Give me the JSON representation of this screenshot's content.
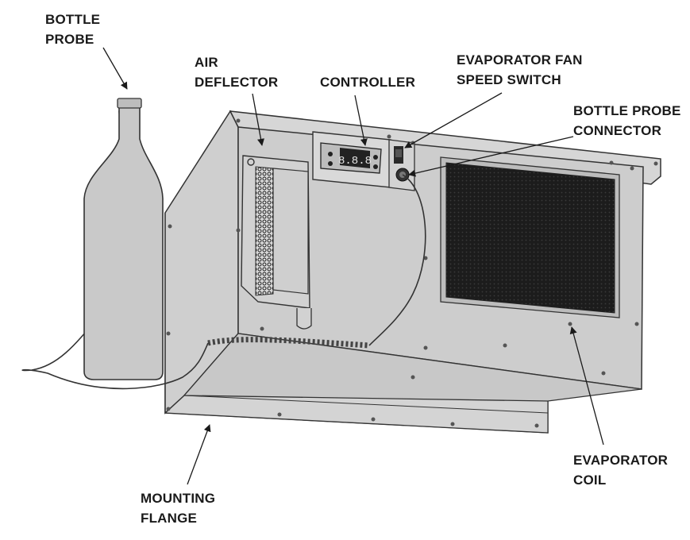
{
  "diagram": {
    "labels": {
      "bottle_probe": [
        "BOTTLE",
        "PROBE"
      ],
      "air_deflector": [
        "AIR",
        "DEFLECTOR"
      ],
      "controller": [
        "CONTROLLER"
      ],
      "fan_switch": [
        "EVAPORATOR FAN",
        "SPEED SWITCH"
      ],
      "probe_connector": [
        "BOTTLE PROBE",
        "CONNECTOR"
      ],
      "evaporator_coil": [
        "EVAPORATOR",
        "COIL"
      ],
      "mounting_flange": [
        "MOUNTING",
        "FLANGE"
      ]
    },
    "controller_display": "8.8.8"
  }
}
